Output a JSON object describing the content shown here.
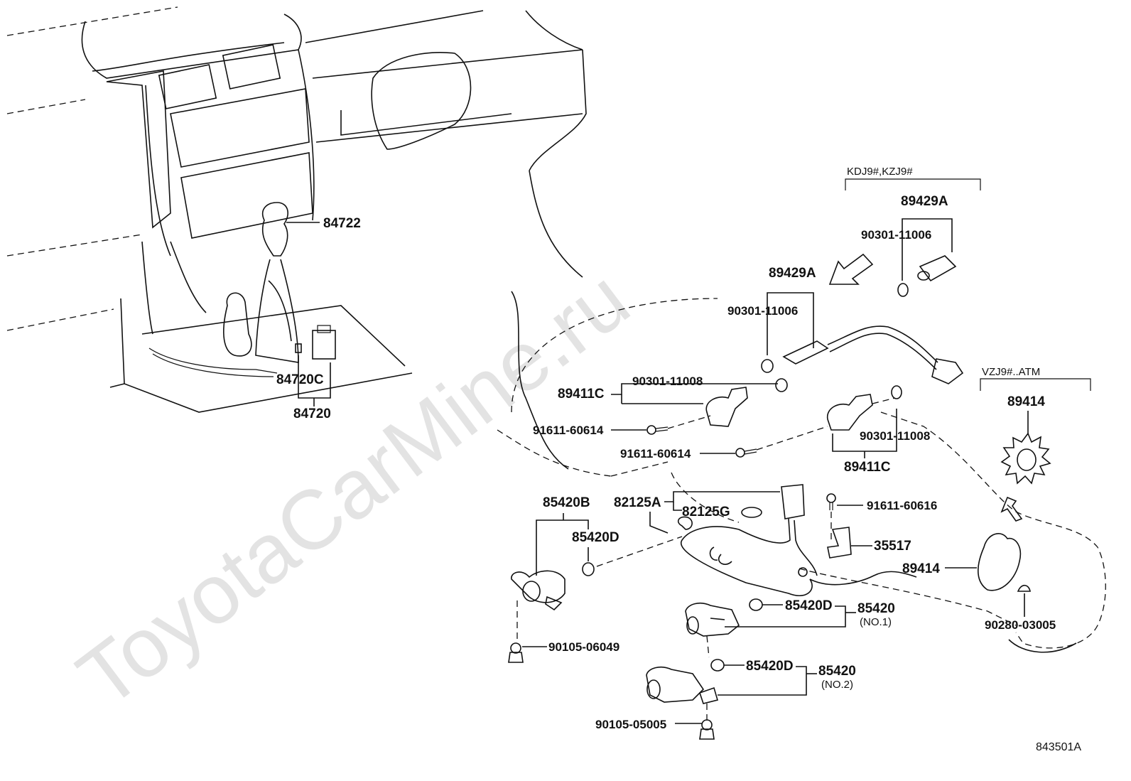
{
  "watermark": "ToyotaCarMine.ru",
  "figure_code": "843501A",
  "groups": {
    "top": "KDJ9#,KZJ9#",
    "right": "VZJ9#..ATM"
  },
  "labels": {
    "p84722": "84722",
    "p84720C": "84720C",
    "p84720": "84720",
    "p89429A_top": "89429A",
    "p90301_11006_top": "90301-11006",
    "p89429A": "89429A",
    "p90301_11006": "90301-11006",
    "p90301_11008_a": "90301-11008",
    "p89411C_a": "89411C",
    "p91611_60614_a": "91611-60614",
    "p91611_60614_b": "91611-60614",
    "p90301_11008_b": "90301-11008",
    "p89411C_b": "89411C",
    "p89414_top": "89414",
    "p85420B": "85420B",
    "p85420D_a": "85420D",
    "p82125A": "82125A",
    "p82125G": "82125G",
    "p91611_60616": "91611-60616",
    "p35517": "35517",
    "p89414": "89414",
    "p85420D_b": "85420D",
    "p85420_no1": "85420",
    "no1": "(NO.1)",
    "p90280_03005": "90280-03005",
    "p90105_06049": "90105-06049",
    "p85420D_c": "85420D",
    "p85420_no2": "85420",
    "no2": "(NO.2)",
    "p90105_05005": "90105-05005"
  }
}
